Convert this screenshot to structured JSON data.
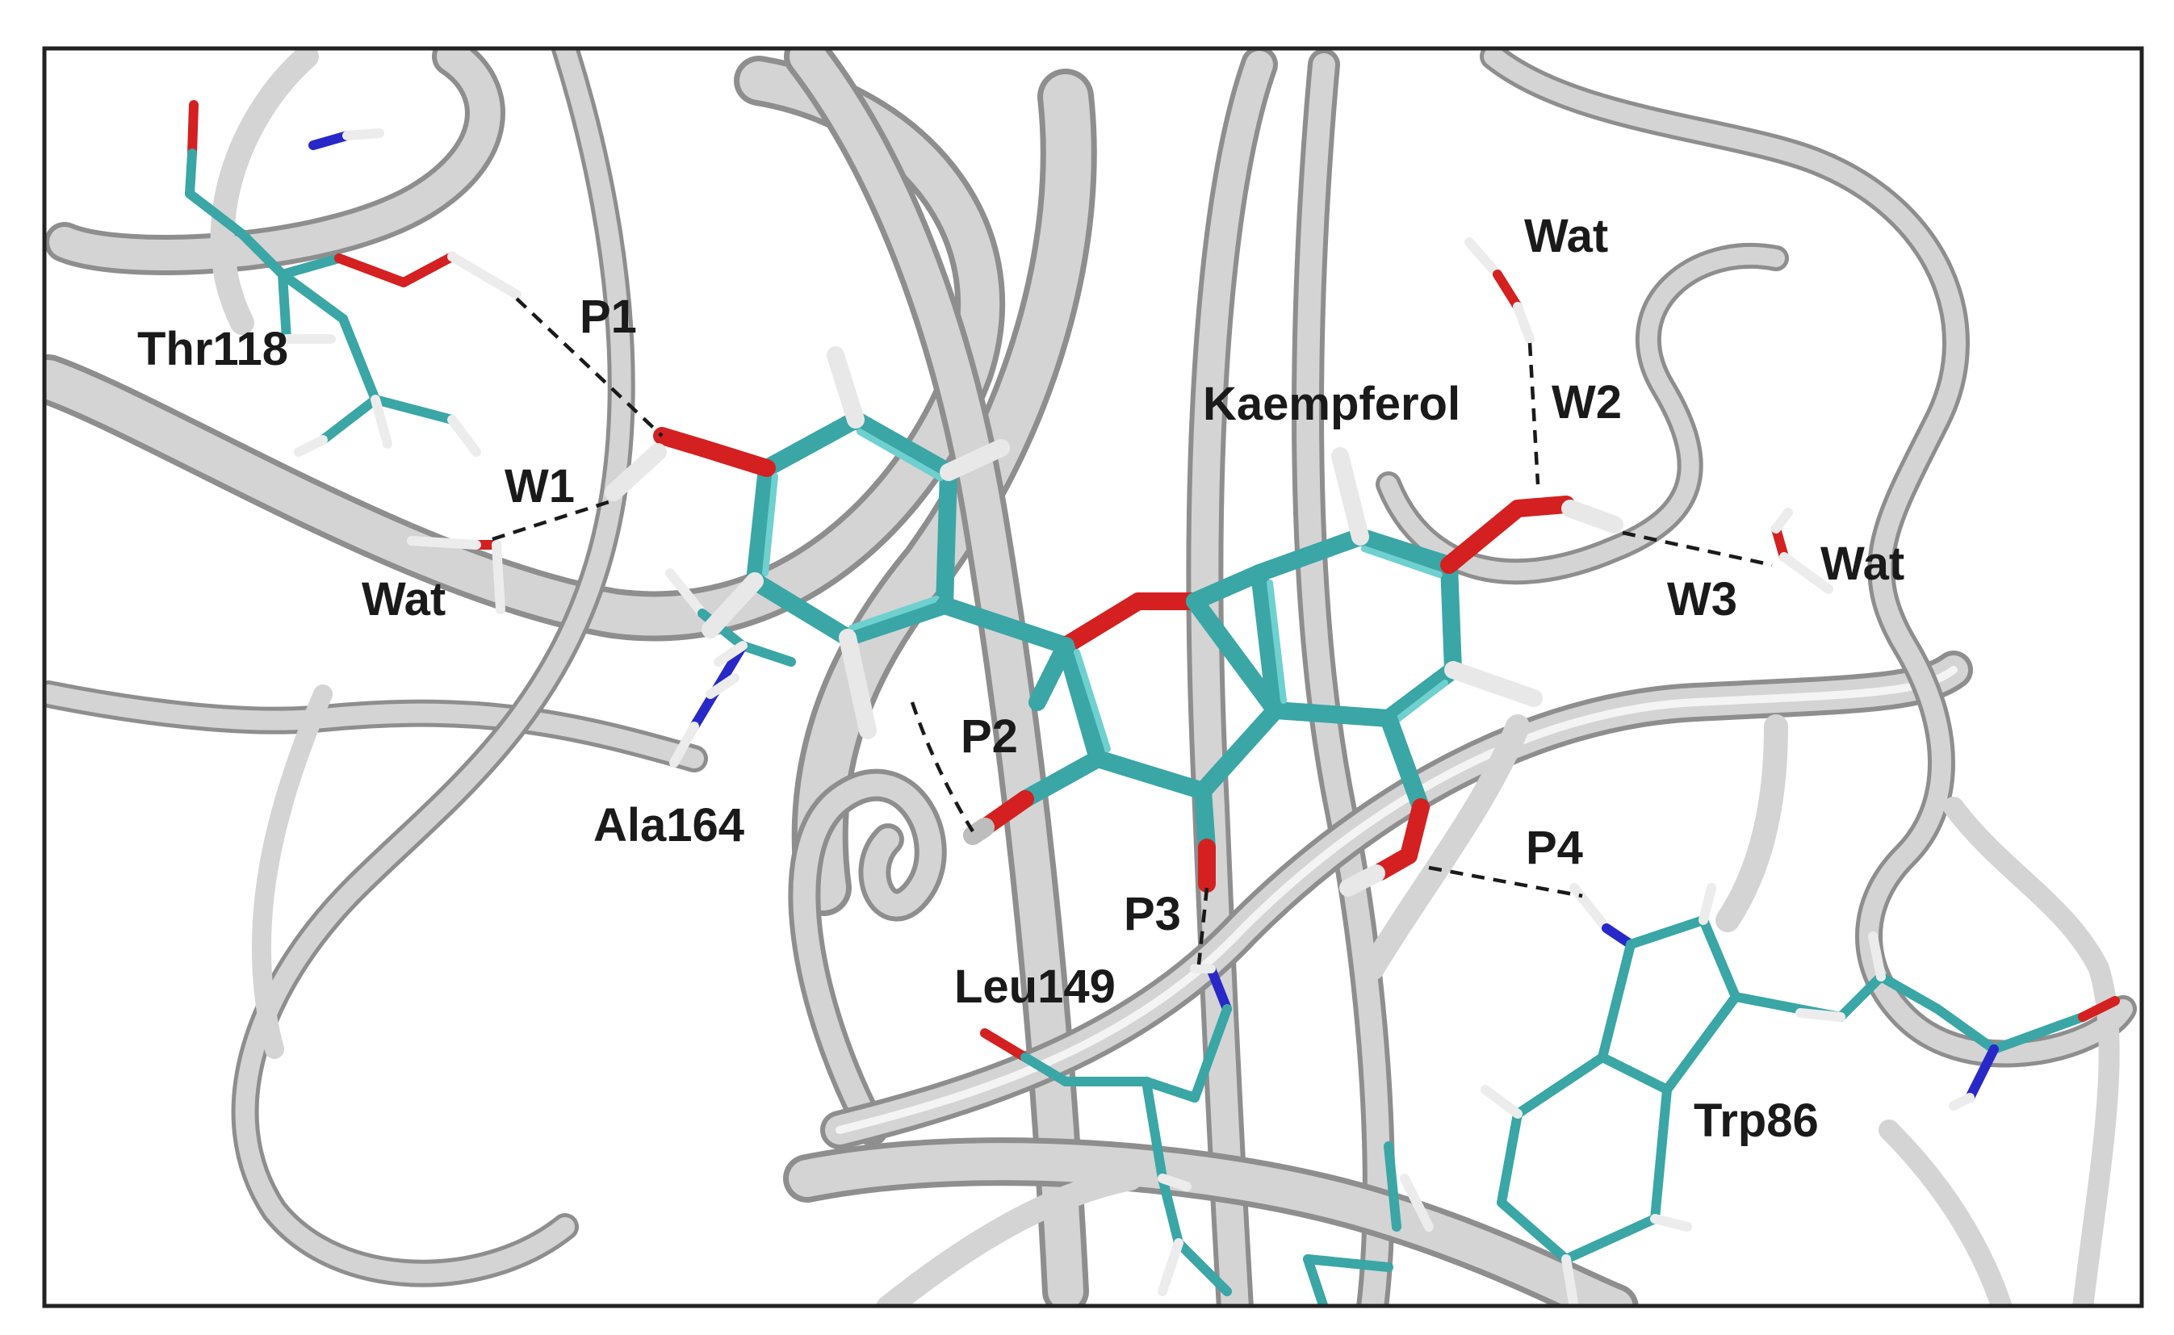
{
  "labels": {
    "thr118": "Thr118",
    "p1": "P1",
    "w1": "W1",
    "wat_left": "Wat",
    "ala164": "Ala164",
    "p2": "P2",
    "kaempferol": "Kaempferol",
    "wat_top": "Wat",
    "w2": "W2",
    "w3": "W3",
    "wat_right": "Wat",
    "p3": "P3",
    "p4": "P4",
    "leu149": "Leu149",
    "trp86": "Trp86"
  },
  "colors": {
    "carbon": "#3aa6a6",
    "oxygen": "#d42020",
    "nitrogen": "#2828c8",
    "hydrogen": "#e8e8e8",
    "ribbon": "#d4d4d4",
    "frame": "#222222"
  }
}
